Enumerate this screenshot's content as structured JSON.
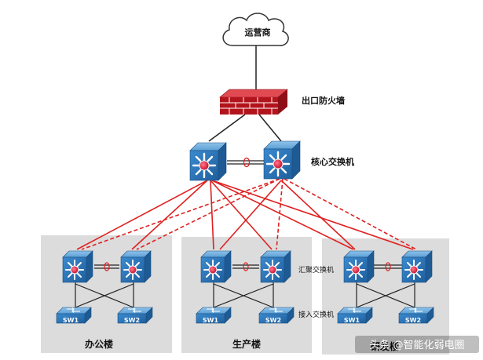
{
  "isp": {
    "label": "运营商"
  },
  "firewall": {
    "label": "出口防火墙"
  },
  "core": {
    "label": "核心交换机"
  },
  "aggregation": {
    "label": "汇聚交换机"
  },
  "access": {
    "label": "接入交换机"
  },
  "buildings": [
    {
      "name": "办公楼",
      "sw1": "SW1",
      "sw2": "SW2"
    },
    {
      "name": "生产楼",
      "sw1": "SW1",
      "sw2": "SW2"
    },
    {
      "name": "研发楼",
      "sw1": "SW1",
      "sw2": "SW2"
    }
  ],
  "watermark": "头条 @智能化弱电圈",
  "colors": {
    "switch_blue": "#2a79b8",
    "link_red": "#e02020",
    "firewall_red": "#b3141c",
    "building_bg": "#dcdcdc"
  }
}
